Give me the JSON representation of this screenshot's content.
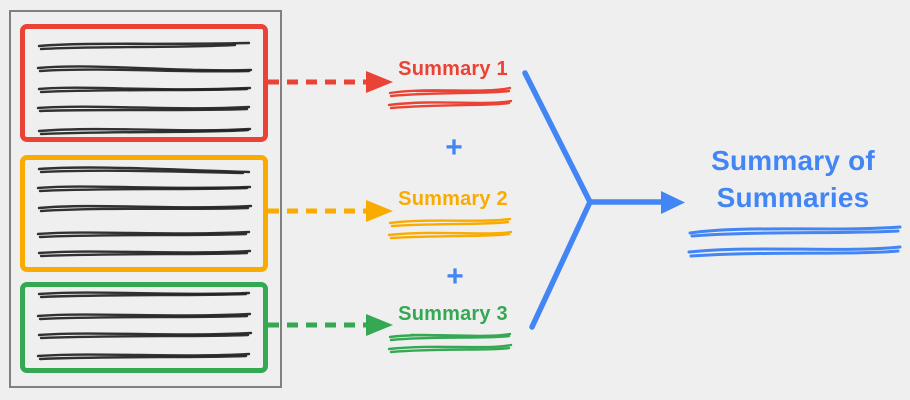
{
  "colors": {
    "red": "#EA4335",
    "orange": "#F9AB00",
    "green": "#34A853",
    "blue": "#4285F4",
    "ink": "#222222",
    "docborder": "#808080",
    "bg": "#EFEFEF"
  },
  "document": {
    "sections": [
      {
        "name": "section-1",
        "color": "red",
        "text_lines": 5
      },
      {
        "name": "section-2",
        "color": "orange",
        "text_lines": 5
      },
      {
        "name": "section-3",
        "color": "green",
        "text_lines": 4
      }
    ]
  },
  "summaries": [
    {
      "label": "Summary 1",
      "color": "red"
    },
    {
      "label": "Summary 2",
      "color": "orange"
    },
    {
      "label": "Summary 3",
      "color": "green"
    }
  ],
  "plus_sign": "+",
  "result": {
    "line1": "Summary of",
    "line2": "Summaries",
    "color": "blue"
  }
}
